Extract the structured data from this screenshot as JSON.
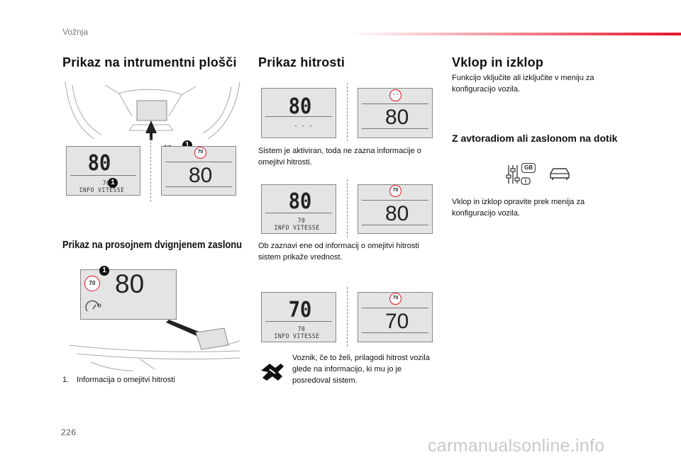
{
  "header": {
    "section": "Vožnja",
    "page_number": "226"
  },
  "col1": {
    "heading": "Prikaz na intrumentni plošči",
    "subheading": "Prikaz na prosojnem dvignjenem zaslonu",
    "footnote_num": "1.",
    "footnote_text": "Informacija o omejitvi hitrosti",
    "callout": "1",
    "cluster_display": {
      "speed": "80",
      "small": "70",
      "label": "INFO VITESSE"
    },
    "cluster_right": {
      "sign": "70",
      "speed": "80"
    },
    "hud": {
      "sign": "70",
      "speed": "80"
    }
  },
  "col2": {
    "heading": "Prikaz hitrosti",
    "row1": {
      "left_speed": "80",
      "left_small": "- - -",
      "right_sign": "- -",
      "right_speed": "80"
    },
    "text1": "Sistem je aktiviran, toda ne zazna informacije o omejitvi hitrosti.",
    "row2": {
      "left_speed": "80",
      "left_small": "70",
      "left_label": "INFO VITESSE",
      "right_sign": "70",
      "right_speed": "80"
    },
    "text2": "Ob zaznavi ene od informacij o omejitvi hitrosti sistem prikaže vrednost.",
    "row3": {
      "left_speed": "70",
      "left_small": "70",
      "left_label": "INFO VITESSE",
      "right_sign": "70",
      "right_speed": "70"
    },
    "note": "Voznik, če to želi, prilagodi hitrost vozila glede na informacijo, ki mu jo je posredoval sistem."
  },
  "col3": {
    "heading": "Vklop in izklop",
    "text1": "Funkcijo vključite ali izključite v meniju za konfiguracijo vozila.",
    "subheading": "Z avtoradiom ali zaslonom na dotik",
    "icon_badge": "GB",
    "text2": "Vklop in izklop opravite prek menija za konfiguracijo vozila."
  },
  "footer": {
    "watermark": "carmanualsonline.info"
  }
}
